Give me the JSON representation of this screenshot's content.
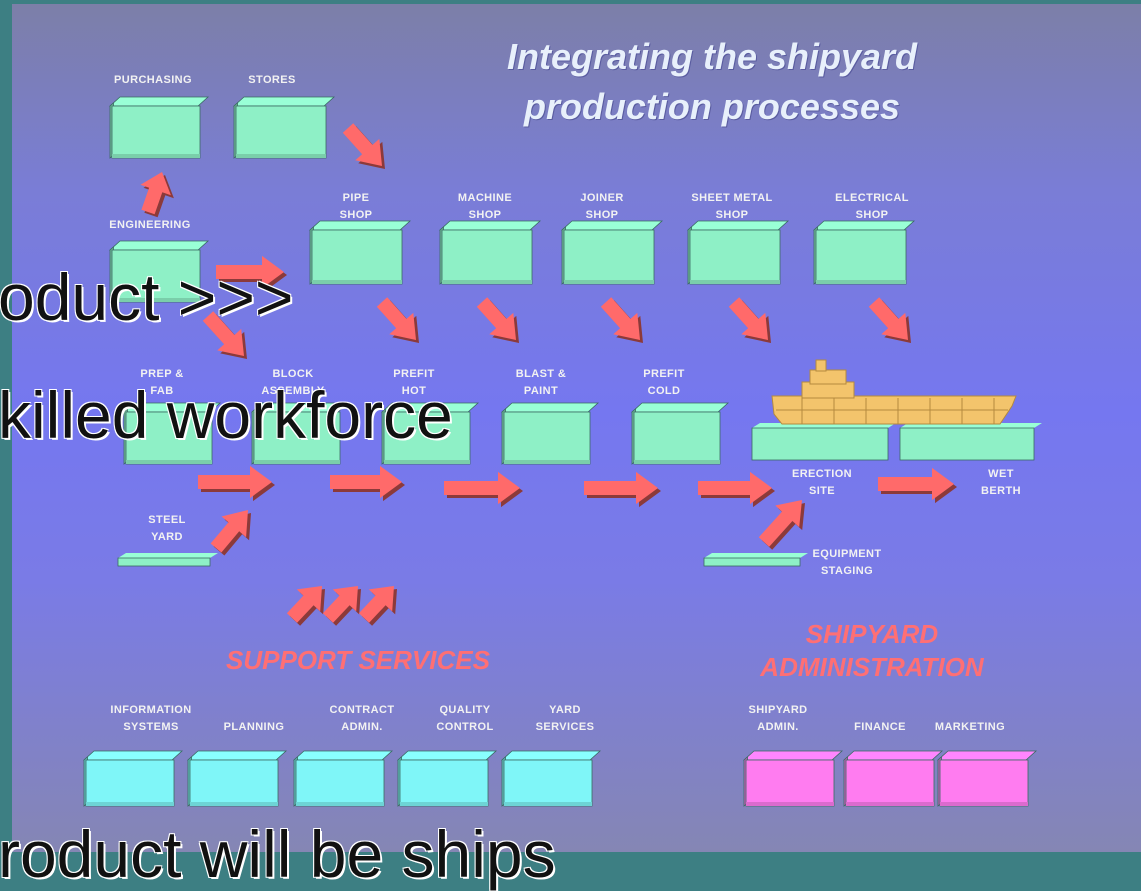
{
  "title": "Integrating the shipyard\nproduction processes",
  "labels": {
    "purchasing": "PURCHASING",
    "stores": "STORES",
    "engineering": "ENGINEERING",
    "pipe_shop": "PIPE\nSHOP",
    "machine_shop": "MACHINE\nSHOP",
    "joiner_shop": "JOINER\nSHOP",
    "sheet_metal_shop": "SHEET METAL\nSHOP",
    "electrical_shop": "ELECTRICAL\nSHOP",
    "prep_fab": "PREP &\nFAB",
    "block_assembly": "BLOCK\nASSEMBLY",
    "prefit_hot": "PREFIT\nHOT",
    "blast_paint": "BLAST &\nPAINT",
    "prefit_cold": "PREFIT\nCOLD",
    "steel_yard": "STEEL\nYARD",
    "erection_site": "ERECTION\nSITE",
    "wet_berth": "WET\nBERTH",
    "equipment_staging": "EQUIPMENT\nSTAGING",
    "information_systems": "INFORMATION\nSYSTEMS",
    "planning": "PLANNING",
    "contract_admin": "CONTRACT\nADMIN.",
    "quality_control": "QUALITY\nCONTROL",
    "yard_services": "YARD\nSERVICES",
    "shipyard_admin": "SHIPYARD\nADMIN.",
    "finance": "FINANCE",
    "marketing": "MARKETING"
  },
  "sections": {
    "support_services": "SUPPORT SERVICES",
    "shipyard_administration": "SHIPYARD\nADMINISTRATION"
  },
  "overlay_text": {
    "line1": "oduct >>>",
    "line2": "killed workforce",
    "line3": "roduct will be ships"
  },
  "colors": {
    "block_green": "#8ef0c6",
    "block_cyan": "#7ff6f8",
    "block_magenta": "#ff7cf0",
    "arrow": "#ff6a6a",
    "ship": "#f3c46c"
  }
}
